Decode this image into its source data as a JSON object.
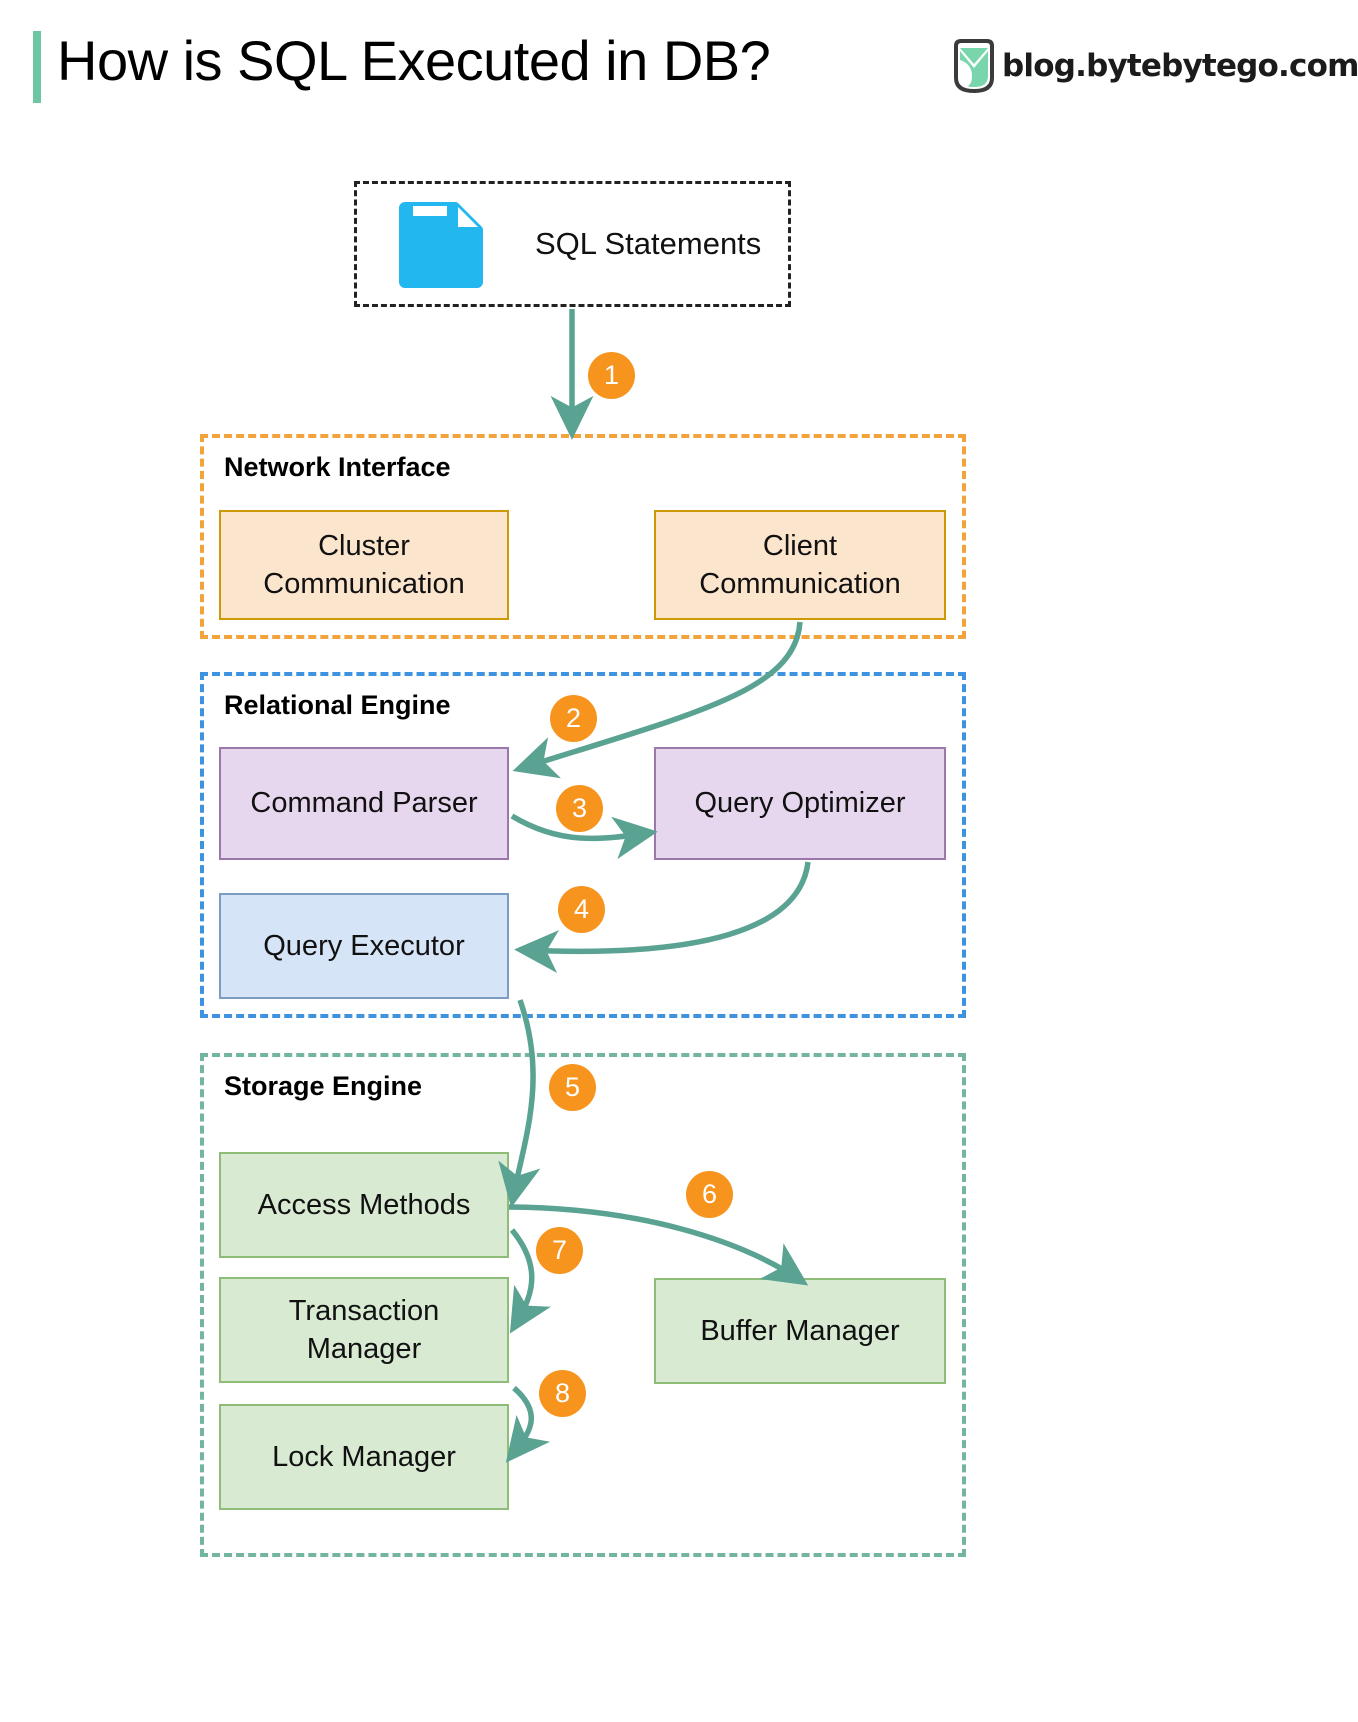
{
  "header": {
    "title": "How is SQL Executed in DB?",
    "brand_text": "blog.bytebytego.com",
    "accent_color": "#6cc6a4"
  },
  "source": {
    "label": "SQL Statements",
    "icon": "document-icon",
    "icon_color": "#22b7ef"
  },
  "zones": [
    {
      "id": "network",
      "title": "Network Interface",
      "border_color": "#f2a33c",
      "nodes": [
        {
          "id": "cluster-communication",
          "label": "Cluster\nCommunication"
        },
        {
          "id": "client-communication",
          "label": "Client\nCommunication"
        }
      ]
    },
    {
      "id": "relational",
      "title": "Relational Engine",
      "border_color": "#3d93e0",
      "nodes": [
        {
          "id": "command-parser",
          "label": "Command Parser"
        },
        {
          "id": "query-optimizer",
          "label": "Query Optimizer"
        },
        {
          "id": "query-executor",
          "label": "Query Executor"
        }
      ]
    },
    {
      "id": "storage",
      "title": "Storage Engine",
      "border_color": "#74b59f",
      "nodes": [
        {
          "id": "access-methods",
          "label": "Access Methods"
        },
        {
          "id": "buffer-manager",
          "label": "Buffer Manager"
        },
        {
          "id": "transaction-manager",
          "label": "Transaction\nManager"
        },
        {
          "id": "lock-manager",
          "label": "Lock Manager"
        }
      ]
    }
  ],
  "steps": [
    {
      "n": "1",
      "from": "sql-statements",
      "to": "network-interface"
    },
    {
      "n": "2",
      "from": "client-communication",
      "to": "command-parser"
    },
    {
      "n": "3",
      "from": "command-parser",
      "to": "query-optimizer"
    },
    {
      "n": "4",
      "from": "query-optimizer",
      "to": "query-executor"
    },
    {
      "n": "5",
      "from": "query-executor",
      "to": "access-methods"
    },
    {
      "n": "6",
      "from": "access-methods",
      "to": "buffer-manager"
    },
    {
      "n": "7",
      "from": "access-methods",
      "to": "transaction-manager"
    },
    {
      "n": "8",
      "from": "transaction-manager",
      "to": "lock-manager"
    }
  ],
  "colors": {
    "step_badge": "#f7941e",
    "arrow": "#5aa393",
    "node_orange_fill": "#fce5cd",
    "node_purple_fill": "#e6d7ef",
    "node_blue_fill": "#d6e4f7",
    "node_green_fill": "#d9ead3"
  }
}
